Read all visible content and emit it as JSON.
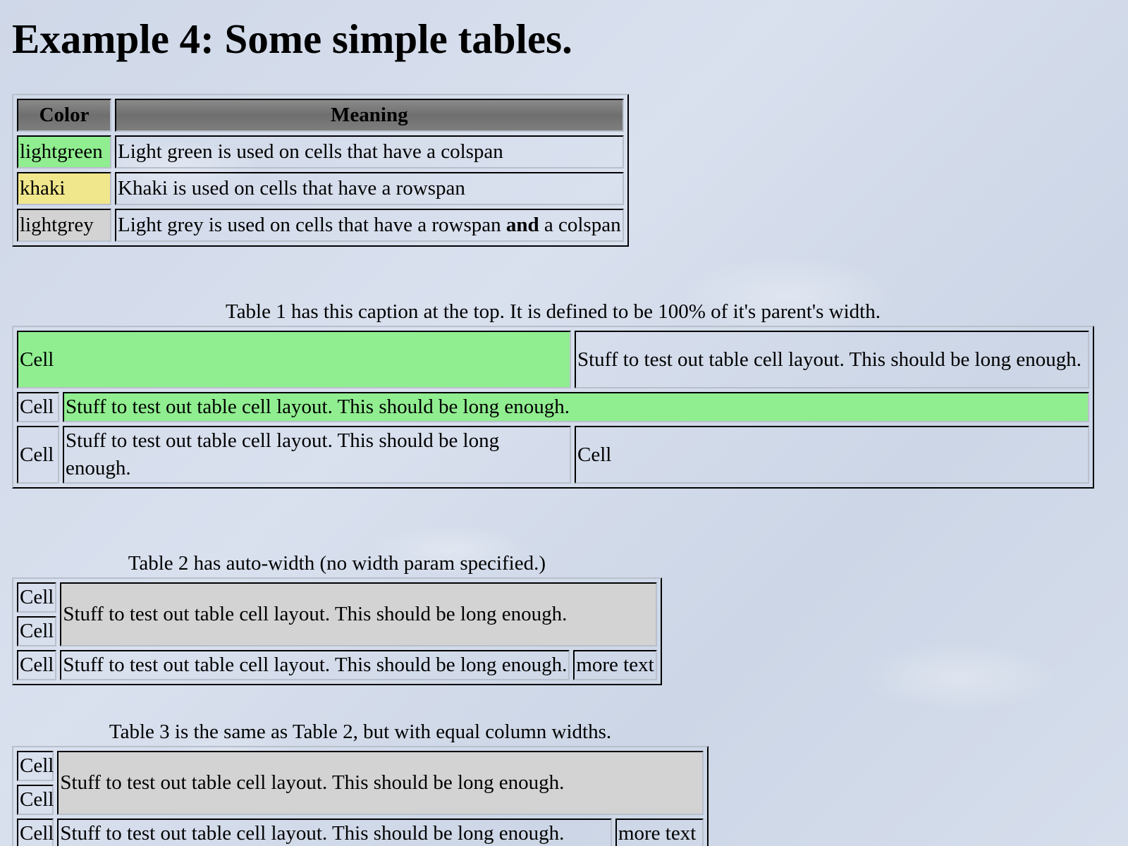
{
  "page": {
    "title": "Example 4: Some simple tables."
  },
  "legend": {
    "headers": [
      "Color",
      "Meaning"
    ],
    "rows": [
      {
        "color_name": "lightgreen",
        "meaning": "Light green is used on cells that have a colspan"
      },
      {
        "color_name": "khaki",
        "meaning": "Khaki is used on cells that have a rowspan"
      },
      {
        "color_name": "lightgrey",
        "meaning_before": "Light grey is used on cells that have a rowspan ",
        "meaning_bold": "and",
        "meaning_after": " a colspan"
      }
    ]
  },
  "colors": {
    "lightgreen": "#90ee90",
    "khaki": "#f0e68c",
    "lightgrey": "#d3d3d3"
  },
  "table1": {
    "caption": "Table 1 has this caption at the top.  It is defined to be 100% of it's parent's width.",
    "row1": {
      "a": "Cell",
      "b": "Stuff to test out table cell layout. This should be long enough."
    },
    "row2": {
      "a": "Cell",
      "b": "Stuff to test out table cell layout. This should be long enough."
    },
    "row3": {
      "a": "Cell",
      "b": "Stuff to test out table cell layout. This should be long enough.",
      "c": "Cell"
    }
  },
  "table2": {
    "caption": "Table 2 has auto-width (no width param specified.)",
    "row1": {
      "a": "Cell",
      "b": "Stuff to test out table cell layout. This should be long enough."
    },
    "row2": {
      "a": "Cell"
    },
    "row3": {
      "a": "Cell",
      "b": "Stuff to test out table cell layout. This should be long enough.",
      "c": "more text"
    }
  },
  "table3": {
    "caption": "Table 3 is the same as Table 2, but with equal column widths.",
    "row1": {
      "a": "Cell",
      "b": "Stuff to test out table cell layout. This should be long enough."
    },
    "row2": {
      "a": "Cell"
    },
    "row3": {
      "a": "Cell",
      "b": "Stuff to test out table cell layout. This should be long enough.",
      "c": "more text"
    }
  }
}
